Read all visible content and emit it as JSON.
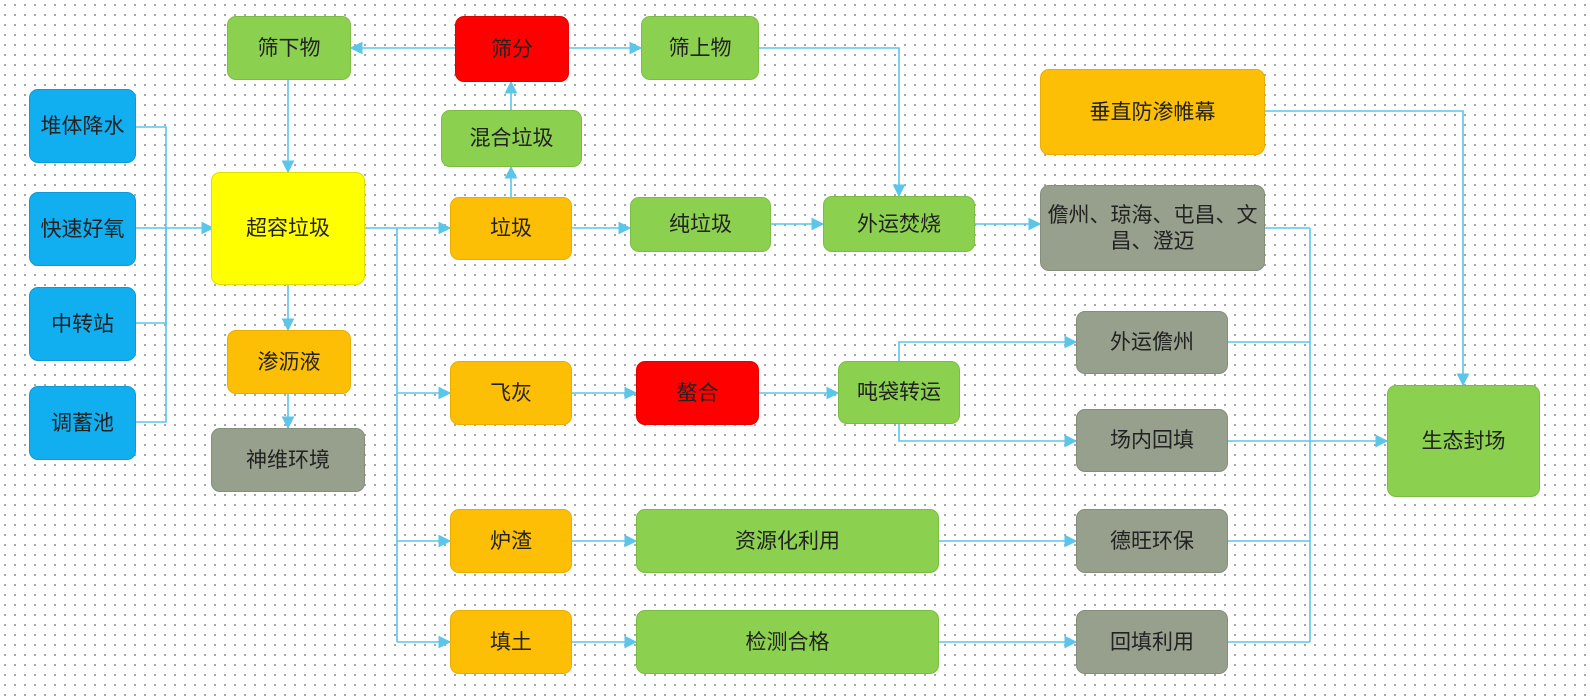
{
  "colors": {
    "blue": "#11aef0",
    "green": "#8cd04f",
    "orange": "#fdbf06",
    "red": "#fe0000",
    "yellow": "#ffff00",
    "grey": "#97a08c",
    "edge": "#5bc5ea"
  },
  "nodes": {
    "dui_ti": "堆体降水",
    "kuai_su": "快速好氧",
    "zhong_zhuan": "中转站",
    "tiao_xu": "调蓄池",
    "shai_xia": "筛下物",
    "chao_rong": "超容垃圾",
    "shen_li": "渗沥液",
    "shen_wei": "神维环境",
    "shai_fen": "筛分",
    "hun_he": "混合垃圾",
    "la_ji": "垃圾",
    "fei_hui": "飞灰",
    "lu_zha": "炉渣",
    "tian_tu": "填土",
    "shai_shang": "筛上物",
    "chun_la_ji": "纯垃圾",
    "ao_he": "螯合",
    "zi_yuan": "资源化利用",
    "jian_ce": "检测合格",
    "wai_yun_fen": "外运焚烧",
    "dun_dai": "吨袋转运",
    "chui_zhi": "垂直防渗帷幕",
    "danzhou_etc": "儋州、琼海、屯昌、文昌、澄迈",
    "wai_yun_dz": "外运儋州",
    "chang_nei": "场内回填",
    "de_wang": "德旺环保",
    "hui_tian": "回填利用",
    "sheng_tai": "生态封场"
  }
}
